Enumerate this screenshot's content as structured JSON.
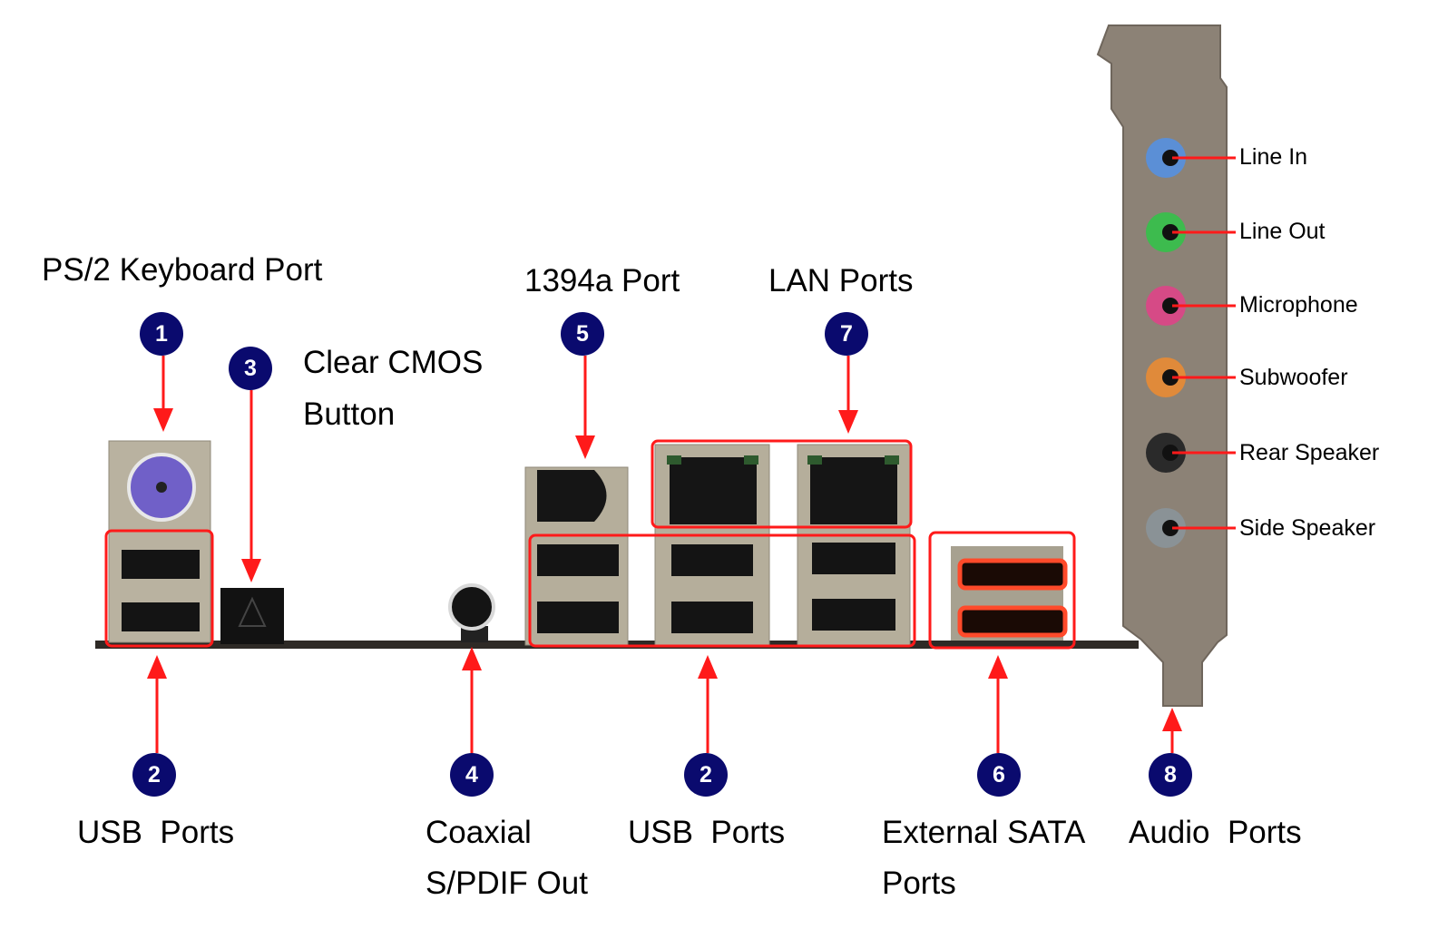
{
  "diagram": {
    "title_hidden": "Rear panel I/O ports",
    "accent_color": "#ff1a1a",
    "badge_color": "#0a0a6e",
    "callouts": [
      {
        "number": "1",
        "label_lines": [
          "PS/2 Keyboard Port"
        ]
      },
      {
        "number": "2",
        "label_lines": [
          "USB  Ports"
        ]
      },
      {
        "number": "3",
        "label_lines": [
          "Clear CMOS",
          "Button"
        ]
      },
      {
        "number": "4",
        "label_lines": [
          "Coaxial",
          "S/PDIF Out"
        ]
      },
      {
        "number": "2",
        "label_lines": [
          "USB  Ports"
        ]
      },
      {
        "number": "5",
        "label_lines": [
          "1394a Port"
        ]
      },
      {
        "number": "7",
        "label_lines": [
          "LAN Ports"
        ]
      },
      {
        "number": "6",
        "label_lines": [
          "External SATA",
          "Ports"
        ]
      },
      {
        "number": "8",
        "label_lines": [
          "Audio  Ports"
        ]
      }
    ],
    "audio_jacks": [
      {
        "label": "Line In",
        "color": "#5b8fd6"
      },
      {
        "label": "Line Out",
        "color": "#3dbb4e"
      },
      {
        "label": "Microphone",
        "color": "#d64a86"
      },
      {
        "label": "Subwoofer",
        "color": "#e08a3a"
      },
      {
        "label": "Rear Speaker",
        "color": "#2a2a2a"
      },
      {
        "label": "Side Speaker",
        "color": "#8a9296"
      }
    ]
  }
}
